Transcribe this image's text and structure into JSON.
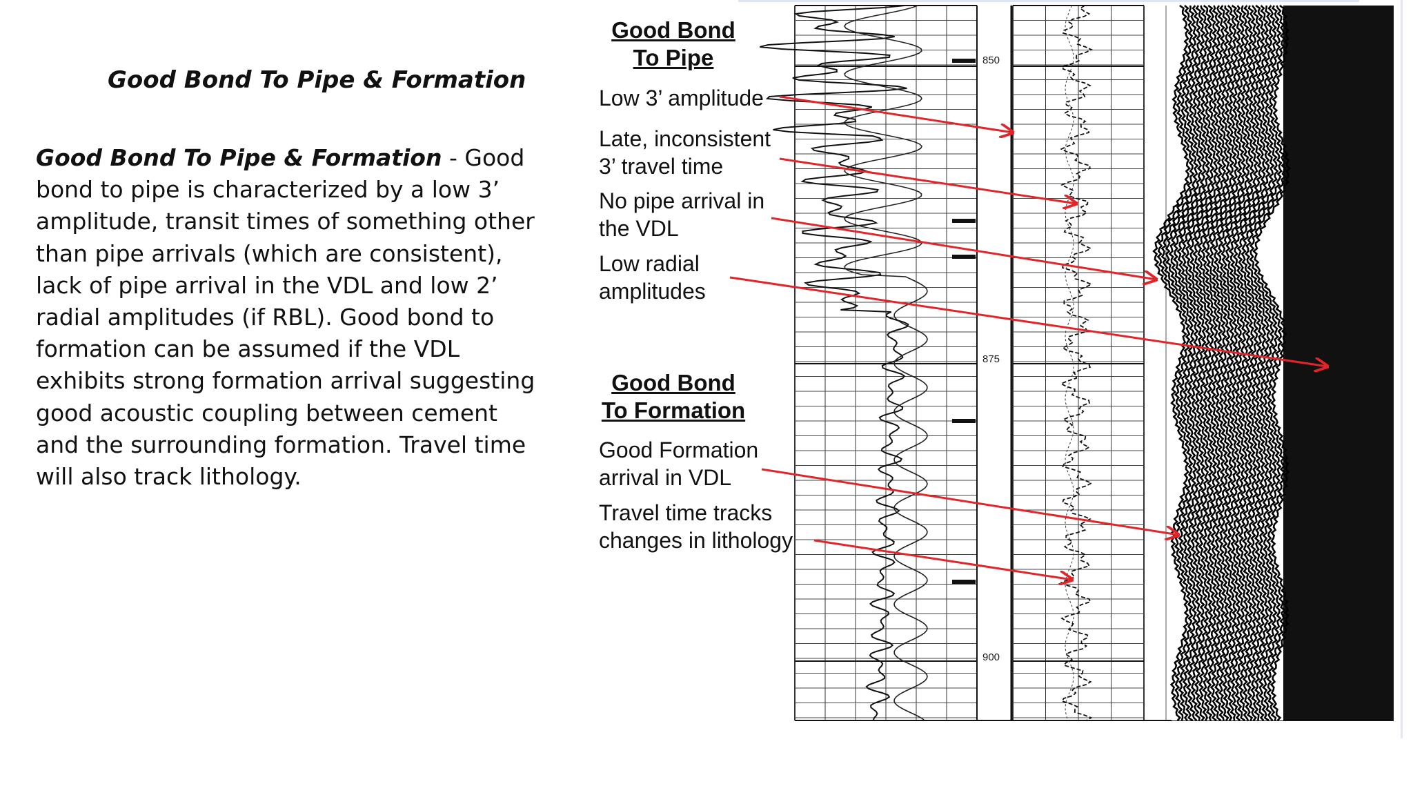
{
  "slide": {
    "title": "Good Bond To Pipe & Formation",
    "lead": "Good Bond To Pipe & Formation",
    "body": " - Good bond to pipe is characterized by a low 3’ amplitude, transit times of something other than pipe arrivals (which are consistent), lack of pipe arrival in the VDL and low 2’ radial amplitudes (if RBL). Good bond to formation can be assumed if the VDL exhibits strong formation arrival suggesting good acoustic coupling between cement and the surrounding formation. Travel time will also track lithology."
  },
  "figure": {
    "heading_pipe_line1": "Good Bond",
    "heading_pipe_line2": "To Pipe",
    "heading_formation_line1": "Good Bond",
    "heading_formation_line2": "To Formation",
    "annotations": {
      "low_amp": "Low 3’ amplitude",
      "late_1": "Late, inconsistent",
      "late_2": "3’ travel time",
      "no_pipe_1": "No pipe arrival in",
      "no_pipe_2": "the VDL",
      "radial_1": "Low radial",
      "radial_2": "amplitudes",
      "formation_1": "Good Formation",
      "formation_2": "arrival in VDL",
      "litho_1": "Travel time tracks",
      "litho_2": "changes in lithology"
    },
    "depth_labels": [
      "850",
      "875",
      "900"
    ],
    "arrow_color": "#e0262b",
    "vdl_background": "#111111"
  }
}
